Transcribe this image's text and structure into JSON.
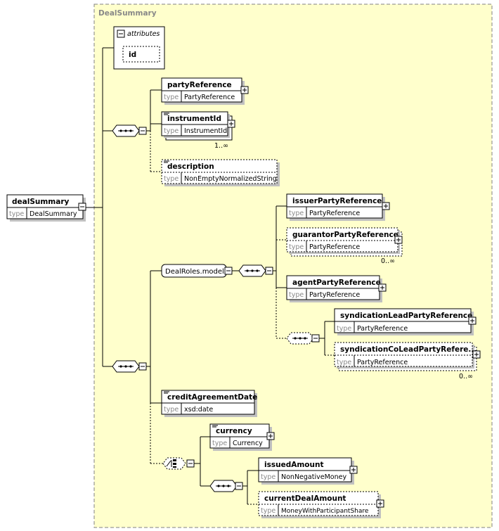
{
  "root": {
    "name": "dealSummary",
    "type_label": "type",
    "type": "DealSummary"
  },
  "container": {
    "title": "DealSummary"
  },
  "attributes": {
    "label": "attributes",
    "items": [
      "id"
    ]
  },
  "elements": {
    "partyReference": {
      "name": "partyReference",
      "type": "PartyReference"
    },
    "instrumentId": {
      "name": "instrumentId",
      "type": "InstrumentId",
      "occurs": "1..∞"
    },
    "description": {
      "name": "description",
      "type": "NonEmptyNormalizedString"
    },
    "dealRoles": {
      "name": "DealRoles.model"
    },
    "issuerPartyReference": {
      "name": "issuerPartyReference",
      "type": "PartyReference"
    },
    "guarantorPartyReference": {
      "name": "guarantorPartyReference",
      "type": "PartyReference",
      "occurs": "0..∞"
    },
    "agentPartyReference": {
      "name": "agentPartyReference",
      "type": "PartyReference"
    },
    "syndicationLeadPartyReference": {
      "name": "syndicationLeadPartyReference",
      "type": "PartyReference"
    },
    "syndicationCoLeadPartyReference": {
      "name": "syndicationCoLeadPartyRefere...",
      "type": "PartyReference",
      "occurs": "0..∞"
    },
    "creditAgreementDate": {
      "name": "creditAgreementDate",
      "type": "xsd:date"
    },
    "currency": {
      "name": "currency",
      "type": "Currency"
    },
    "issuedAmount": {
      "name": "issuedAmount",
      "type": "NonNegativeMoney"
    },
    "currentDealAmount": {
      "name": "currentDealAmount",
      "type": "MoneyWithParticipantShare"
    }
  },
  "colors": {
    "background": "#ffffcc",
    "border": "#808080",
    "box_shadow": "#c0c0c0"
  }
}
